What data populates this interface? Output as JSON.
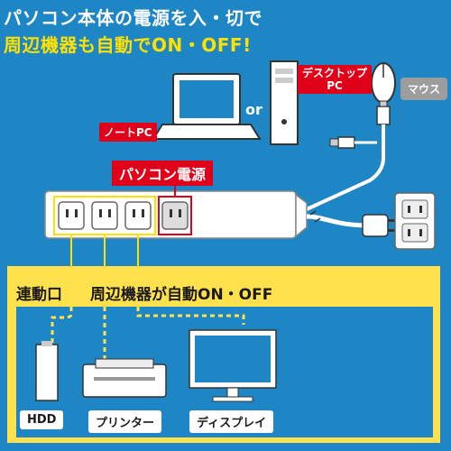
{
  "headline": {
    "line1": "パソコン本体の電源を入・切で",
    "line2": "周辺機器も自動でON・OFF!"
  },
  "labels": {
    "notebook_pc": "ノートPC",
    "or": "or",
    "desktop_pc": "デスクトップ\nPC",
    "mouse": "マウス",
    "pc_power": "パソコン電源"
  },
  "panel": {
    "title": "連動口",
    "subtitle": "周辺機器が自動ON・OFF"
  },
  "devices": {
    "hdd": "HDD",
    "printer": "プリンター",
    "display": "ディスプレイ"
  },
  "colors": {
    "background": "#1f86c6",
    "accent_yellow": "#ffe100",
    "panel_yellow": "#ffe14d",
    "red": "#e1001a",
    "gray": "#9d9d9d"
  }
}
